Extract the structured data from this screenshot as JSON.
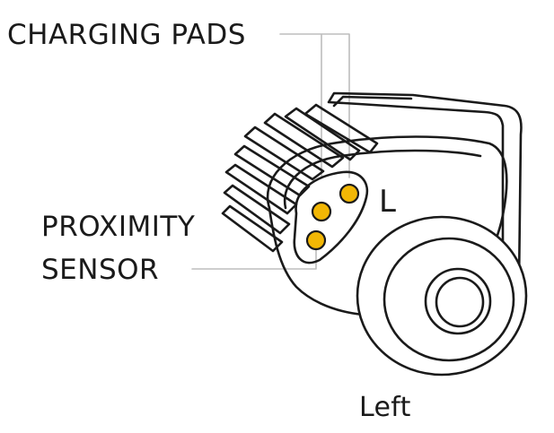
{
  "labels": {
    "charging_pads": "CHARGING PADS",
    "proximity_line1": "PROXIMITY",
    "proximity_line2": "SENSOR",
    "side_marking": "L",
    "caption": "Left"
  },
  "colors": {
    "outline": "#1a1a1a",
    "pad": "#f2b705",
    "leader": "#bdbdbd"
  }
}
